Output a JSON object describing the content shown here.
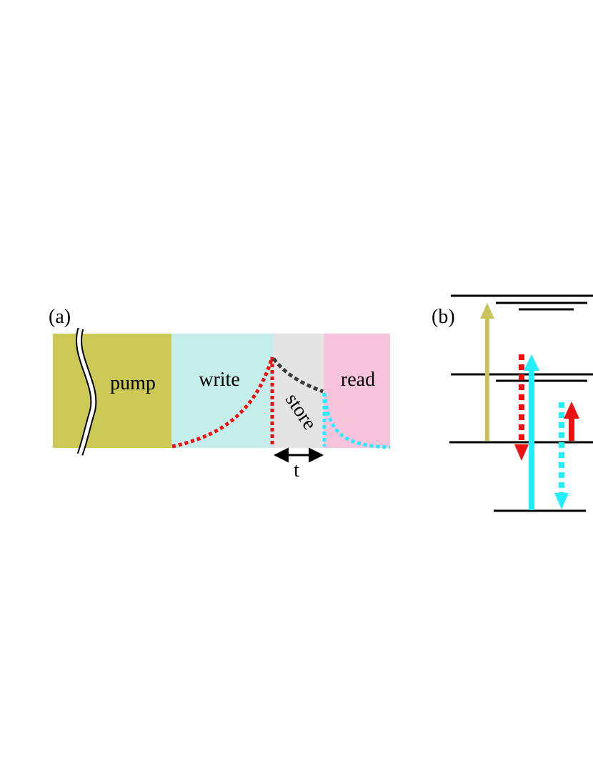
{
  "panel_a": {
    "label": "(a)",
    "phases": [
      {
        "id": "pump",
        "label": "pump",
        "color": "#ccc957"
      },
      {
        "id": "write",
        "label": "write",
        "color": "#c5eeea"
      },
      {
        "id": "store",
        "label": "store",
        "color": "#e4e4e4"
      },
      {
        "id": "read",
        "label": "read",
        "color": "#f8c4dc"
      }
    ],
    "time_label": "t",
    "colors": {
      "write_signal": "#ee1111",
      "stored": "#3a3a3a",
      "read_signal": "#22eeff"
    }
  },
  "panel_b": {
    "label": "(b)",
    "colors": {
      "pump": "#c9c35a",
      "write": "#ee1111",
      "read": "#22eeff"
    }
  }
}
